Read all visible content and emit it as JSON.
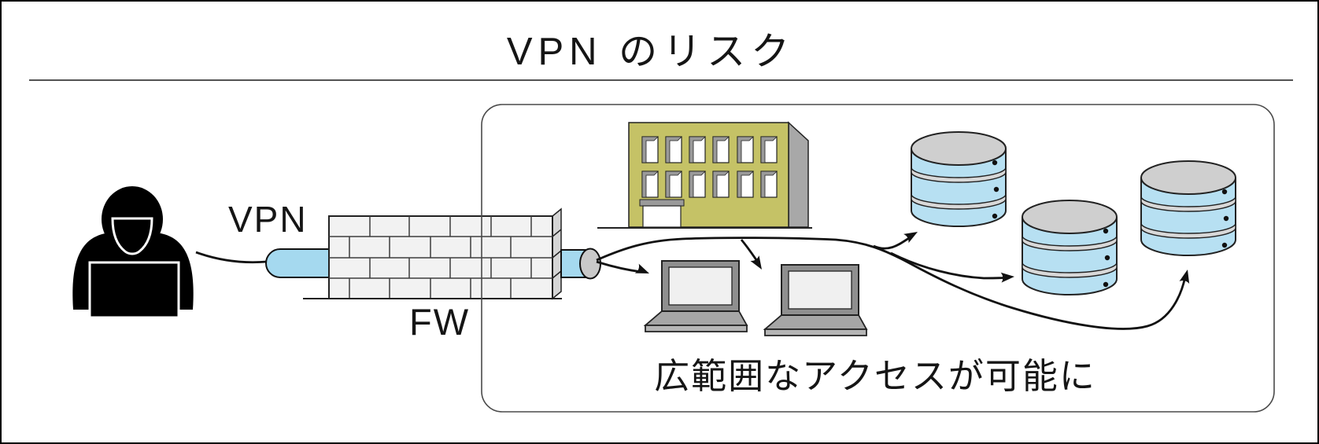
{
  "title": "VPN のリスク",
  "diagram": {
    "vpn_label": "VPN",
    "firewall_label": "FW",
    "caption": "広範囲なアクセスが可能に"
  },
  "icons": {
    "hacker": "hooded-attacker-with-laptop-icon",
    "firewall": "brick-wall-icon",
    "vpn_tunnel": "blue-pipe-through-wall-icon",
    "building": "office-building-icon",
    "laptop": "laptop-icon",
    "database": "database-cylinder-icon",
    "arrows": "curved-access-arrows"
  },
  "colors": {
    "tunnel_blue": "#a5d9ef",
    "database_blue": "#b7e0f2",
    "building_olive": "#c5c266",
    "metal_gray": "#c9c9c9",
    "brick_gray": "#f2f2f2",
    "laptop_gray": "#8f8f8f",
    "line_dark": "#1a1a1a"
  }
}
